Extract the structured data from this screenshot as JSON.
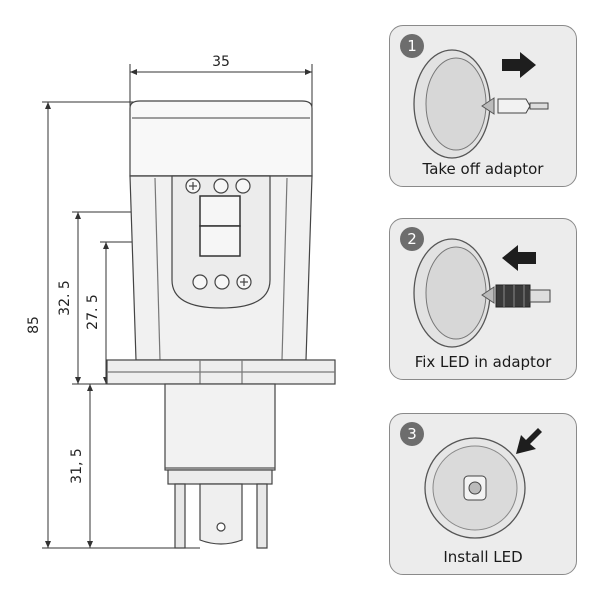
{
  "dimensions": {
    "width_label": "35",
    "height_label": "85",
    "upper_label_1": "32. 5",
    "upper_label_2": "27. 5",
    "lower_label": "31, 5"
  },
  "steps": [
    {
      "number": "1",
      "caption": "Take off adaptor"
    },
    {
      "number": "2",
      "caption": "Fix LED in adaptor"
    },
    {
      "number": "3",
      "caption": "Install LED"
    }
  ]
}
